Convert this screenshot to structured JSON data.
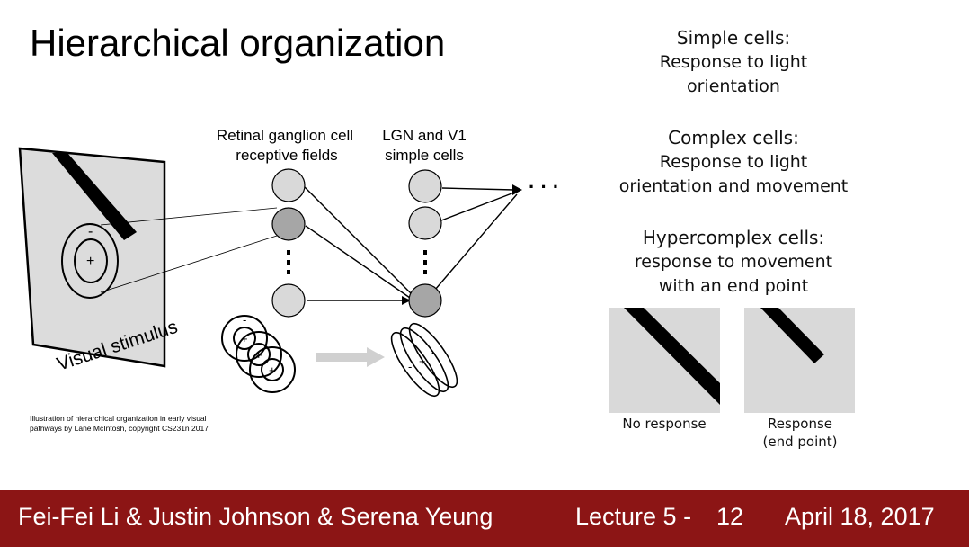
{
  "slide": {
    "title": "Hierarchical organization"
  },
  "diagram": {
    "stimulus_label": "Visual stimulus",
    "col1_label_line1": "Retinal ganglion cell",
    "col1_label_line2": "receptive fields",
    "col2_label_line1": "LGN and V1",
    "col2_label_line2": "simple cells",
    "ellipsis": "· · ·",
    "plus": "+",
    "minus": "-",
    "caption_line1": "Illustration of hierarchical organization in early visual",
    "caption_line2": "pathways by Lane McIntosh, copyright CS231n 2017"
  },
  "cells": {
    "simple_head": "Simple cells:",
    "simple_l1": "Response to light",
    "simple_l2": "orientation",
    "complex_head": "Complex cells:",
    "complex_l1": "Response to light",
    "complex_l2": "orientation and movement",
    "hyper_head": "Hypercomplex cells:",
    "hyper_l1": "response to movement",
    "hyper_l2": "with an end point"
  },
  "demo": {
    "left_label": "No response",
    "right_label_l1": "Response",
    "right_label_l2": "(end point)"
  },
  "footer": {
    "authors": "Fei-Fei Li & Justin Johnson & Serena Yeung",
    "lecture": "Lecture 5 -",
    "page": "12",
    "date": "April 18, 2017"
  },
  "colors": {
    "footer_bg": "#8c1515",
    "footer_text": "#ffffff",
    "cell_fill": "#d9d9d9",
    "cell_fill_active": "#a6a6a6",
    "panel_bg": "#d9d9d9"
  }
}
